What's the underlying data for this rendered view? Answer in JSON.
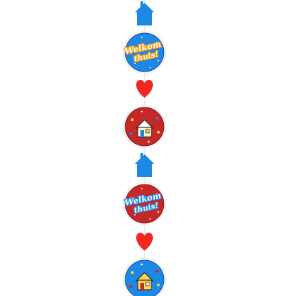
{
  "product": {
    "name": "Welkom thuis slinger",
    "text_line_1": "Welkom",
    "text_line_2": "thuis!"
  },
  "colors": {
    "blue": "#1e88e5",
    "red": "#c62828",
    "orange": "#ff9800",
    "yellow": "#ffd54f",
    "cream": "#fff3cc",
    "outline": "#2b2b2b",
    "heart_red": "#f0281e",
    "string": "#d0d0d0"
  },
  "garland": {
    "items": [
      {
        "kind": "house-shape",
        "color": "blue",
        "icon": "house-icon"
      },
      {
        "kind": "disc",
        "theme": "blue",
        "content": "text"
      },
      {
        "kind": "heart-shape",
        "color": "heart_red",
        "icon": "heart-icon"
      },
      {
        "kind": "disc",
        "theme": "red",
        "content": "house-icon"
      },
      {
        "kind": "house-shape",
        "color": "blue",
        "icon": "house-icon"
      },
      {
        "kind": "disc",
        "theme": "red",
        "content": "text"
      },
      {
        "kind": "heart-shape",
        "color": "heart_red",
        "icon": "heart-icon"
      },
      {
        "kind": "disc",
        "theme": "blue",
        "content": "house-icon"
      }
    ]
  }
}
